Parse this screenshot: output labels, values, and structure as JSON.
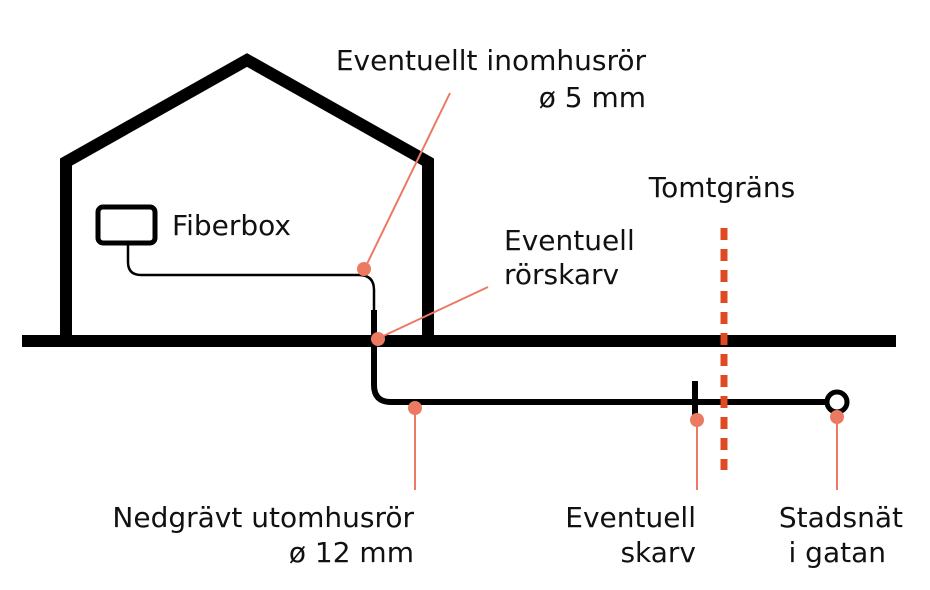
{
  "colors": {
    "ink": "#000000",
    "accent": "#ec7a63",
    "boundary": "#e04a23",
    "background": "#ffffff"
  },
  "labels": {
    "fiberbox": "Fiberbox",
    "indoor_pipe": {
      "line1": "Eventuellt inomhusrör",
      "line2": "ø 5 mm"
    },
    "pipe_joint": {
      "line1": "Eventuell",
      "line2": "rörskarv"
    },
    "property_boundary": "Tomtgräns",
    "outdoor_pipe": {
      "line1": "Nedgrävt utomhusrör",
      "line2": "ø 12 mm"
    },
    "splice": {
      "line1": "Eventuell",
      "line2": "skarv"
    },
    "city_network": {
      "line1": "Stadsnät",
      "line2": "i gatan"
    }
  }
}
